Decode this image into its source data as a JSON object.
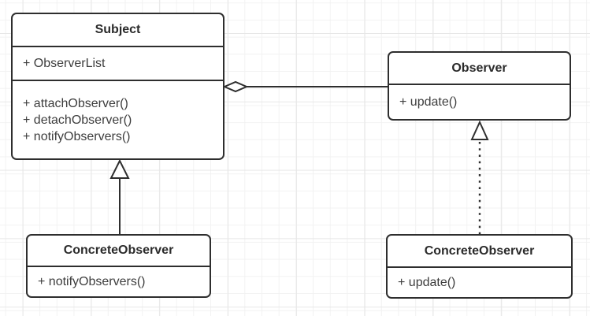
{
  "canvas": {
    "background": "#ffffff",
    "grid_minor_color": "#f2f2f2",
    "grid_major_color": "#e7e7e7",
    "stroke_color": "#2e2e2e",
    "text_color": "#3d3d3d"
  },
  "diagram_type": "uml-class-diagram (Observer pattern)",
  "classes": [
    {
      "name": "Subject",
      "attributes": [
        "+ ObserverList"
      ],
      "methods": [
        "+ attachObserver()",
        "+ detachObserver()",
        "+ notifyObservers()"
      ]
    },
    {
      "name": "Observer",
      "attributes": [],
      "methods": [
        "+ update()"
      ]
    },
    {
      "name": "ConcreteObserver",
      "attributes": [],
      "methods": [
        "+ notifyObservers()"
      ]
    },
    {
      "name": "ConcreteObserver",
      "attributes": [],
      "methods": [
        "+ update()"
      ]
    }
  ],
  "relationships": [
    {
      "type": "aggregation",
      "from": "Subject",
      "to": "Observer",
      "line": "solid",
      "marker": "hollow-diamond-at-subject"
    },
    {
      "type": "generalization",
      "from": "ConcreteObserver (bottom-left)",
      "to": "Subject",
      "line": "solid",
      "marker": "hollow-triangle-at-subject"
    },
    {
      "type": "realization",
      "from": "ConcreteObserver (bottom-right)",
      "to": "Observer",
      "line": "dotted",
      "marker": "hollow-triangle-at-observer"
    }
  ]
}
